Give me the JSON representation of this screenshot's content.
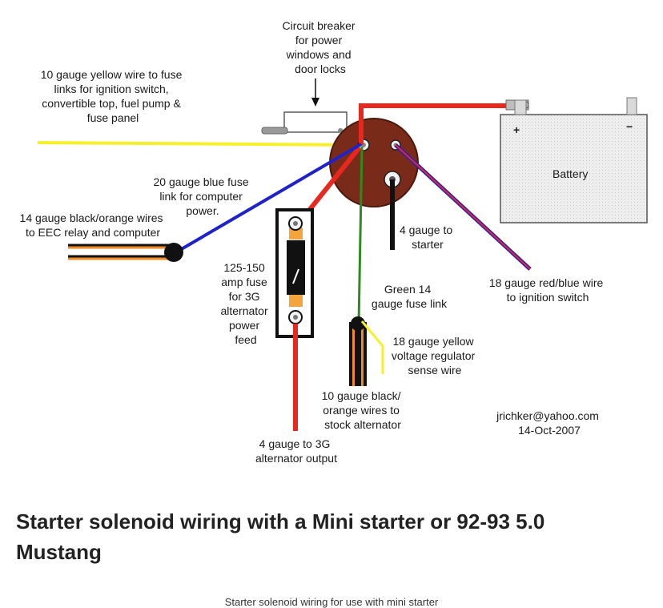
{
  "diagram": {
    "labels": {
      "circuit_breaker": [
        "Circuit breaker",
        "for power",
        "windows and",
        "door locks"
      ],
      "yellow_wire": [
        "10 gauge yellow wire to fuse",
        "links for ignition switch,",
        "convertible top, fuel pump &",
        "fuse panel"
      ],
      "blue_link": [
        "20 gauge blue fuse",
        "link for computer",
        "power."
      ],
      "eec_wires": [
        "14 gauge black/orange wires",
        "to EEC relay and computer"
      ],
      "amp_fuse": [
        "125-150",
        "amp fuse",
        "for  3G",
        "alternator",
        "power",
        "feed"
      ],
      "starter": [
        "4 gauge to",
        "starter"
      ],
      "green_link": [
        "Green 14",
        "gauge fuse link"
      ],
      "red_blue_wire": [
        "18 gauge red/blue wire",
        "to ignition switch"
      ],
      "yellow_sense": [
        "18 gauge yellow",
        "voltage regulator",
        "sense wire"
      ],
      "black_orange_alt": [
        "10 gauge black/",
        "orange wires to",
        "stock alternator"
      ],
      "alt_output": [
        "4 gauge to  3G",
        "alternator output"
      ],
      "credit": [
        "jrichker@yahoo.com",
        "14-Oct-2007"
      ]
    },
    "battery": {
      "label": "Battery",
      "plus": "+",
      "minus": "−"
    },
    "colors": {
      "red": "#e8281f",
      "blue": "#1f22c8",
      "yellow": "#f6f02a",
      "green": "#2e8b1e",
      "black": "#111111",
      "orange": "#f08a24",
      "solenoid": "#7a2a18",
      "fuse_orange": "#f3a53c",
      "battery_fill": "#eeeeee"
    }
  },
  "article": {
    "title": "Starter solenoid wiring with a Mini starter or 92-93 5.0 Mustang",
    "next_caption": "Starter solenoid wiring for use with mini starter"
  }
}
